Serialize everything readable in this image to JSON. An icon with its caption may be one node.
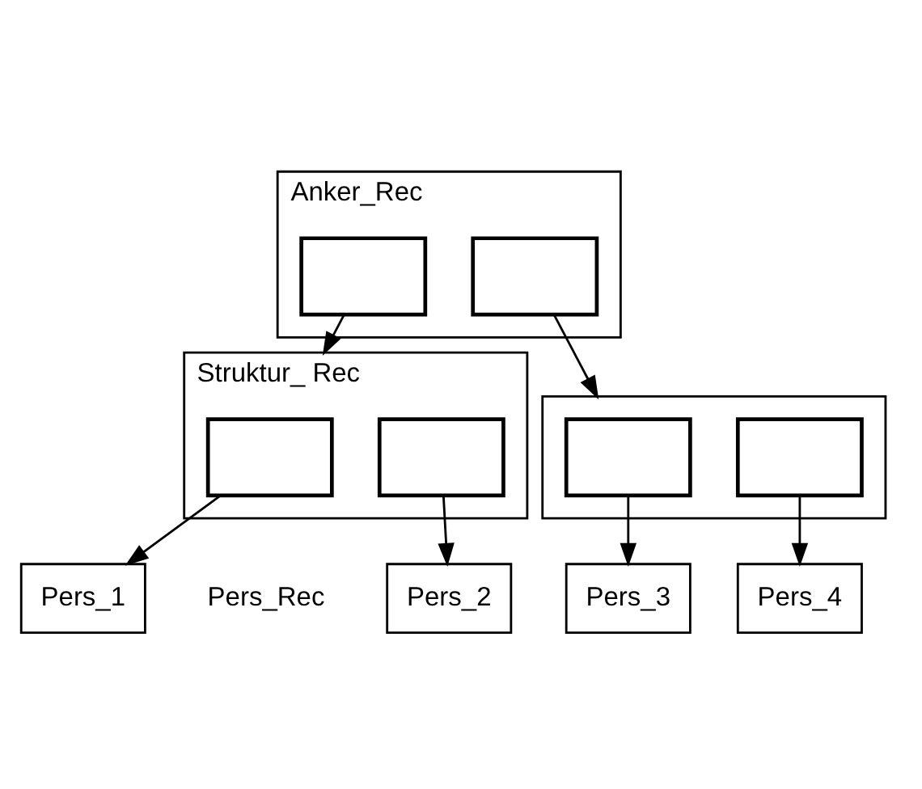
{
  "diagram": {
    "nodes": [
      {
        "text": [
          "Anker_Rec"
        ]
      },
      {
        "text": [],
        "shape": "box",
        "in": 0
      },
      {
        "text": [],
        "shape": "box",
        "in": 0
      },
      {
        "text": [
          "Struktur_ Rec"
        ]
      },
      {
        "text": [],
        "shape": "box",
        "in": 3
      },
      {
        "text": [],
        "shape": "box",
        "in": 3
      },
      {
        "text": [],
        "shape": "box"
      },
      {
        "text": [],
        "shape": "box",
        "in": 6
      },
      {
        "text": [],
        "shape": "box",
        "in": 6
      },
      {
        "text": [
          "Pers_1"
        ]
      },
      {
        "text": [
          "Pers_2"
        ]
      },
      {
        "text": [
          "Pers_3"
        ]
      },
      {
        "text": [
          "Pers_4"
        ]
      }
    ],
    "edges": [
      {
        "from": 1,
        "to": 3,
        "arrow": "to"
      },
      {
        "from": 2,
        "to": 6,
        "arrow": "to"
      },
      {
        "from": 4,
        "to": 9,
        "arrow": "to"
      },
      {
        "from": 5,
        "to": 10,
        "arrow": "to"
      },
      {
        "from": 7,
        "to": 11,
        "arrow": "to"
      },
      {
        "from": 8,
        "to": 12,
        "arrow": "to"
      }
    ],
    "labels": [
      "Pers_Rec"
    ]
  }
}
